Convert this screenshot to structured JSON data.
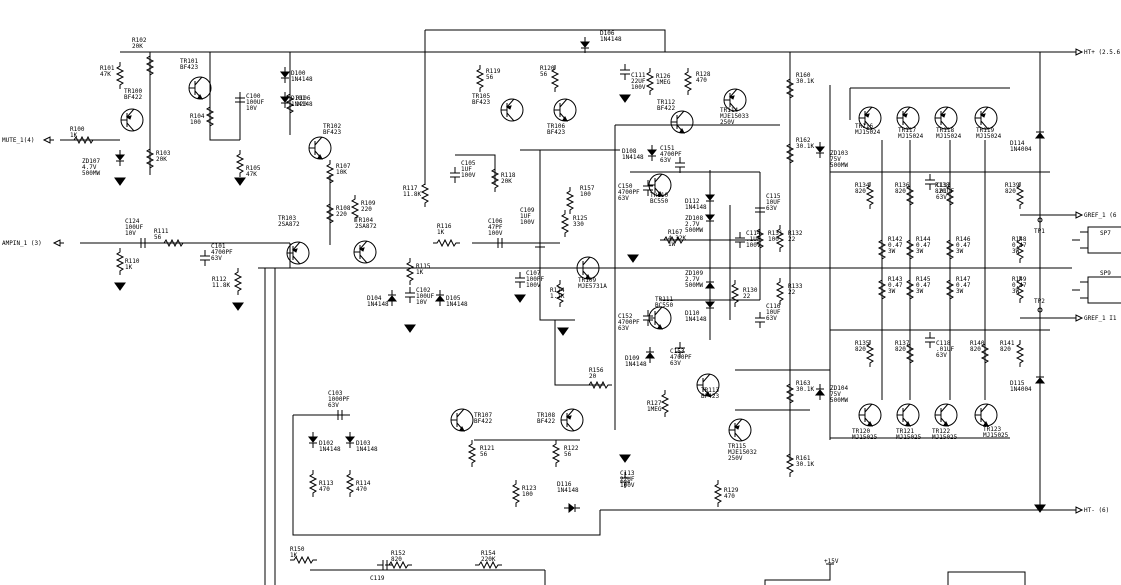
{
  "ports": [
    {
      "id": "ht_plus",
      "label": "HT+ (2.5.6"
    },
    {
      "id": "ht_minus",
      "label": "HT- (6)"
    },
    {
      "id": "gref1",
      "label": "GREF_1 (6"
    },
    {
      "id": "gref2",
      "label": "GREF_1 I1"
    },
    {
      "id": "mute",
      "label": "MUTE_1(4)"
    },
    {
      "id": "ampin",
      "label": "AMPIN_1 (3)"
    },
    {
      "id": "sp7",
      "label": "SP7"
    },
    {
      "id": "sp9",
      "label": "SP9"
    },
    {
      "id": "tp1",
      "label": "TP1"
    },
    {
      "id": "tp2",
      "label": "TP2"
    },
    {
      "id": "v15",
      "label": "+15V"
    }
  ],
  "transistors": [
    {
      "id": "tr101",
      "ref": "TR101",
      "val": "BF423"
    },
    {
      "id": "tr100",
      "ref": "TR100",
      "val": "BF422"
    },
    {
      "id": "tr102",
      "ref": "TR102",
      "val": "BF423"
    },
    {
      "id": "tr103",
      "ref": "TR103",
      "val": "2SA872"
    },
    {
      "id": "tr104",
      "ref": "TR104",
      "val": "2SA872"
    },
    {
      "id": "tr105",
      "ref": "TR105",
      "val": "BF423"
    },
    {
      "id": "tr106",
      "ref": "TR106",
      "val": "BF423"
    },
    {
      "id": "tr107",
      "ref": "TR107",
      "val": "BF422"
    },
    {
      "id": "tr108",
      "ref": "TR108",
      "val": "BF422"
    },
    {
      "id": "tr109",
      "ref": "TR109",
      "val": "MJE5731A"
    },
    {
      "id": "tr110",
      "ref": "TR110",
      "val": "BC550"
    },
    {
      "id": "tr111",
      "ref": "TR111",
      "val": "BC550"
    },
    {
      "id": "tr112",
      "ref": "TR112",
      "val": "BF422"
    },
    {
      "id": "tr113",
      "ref": "TR113",
      "val": "BF423"
    },
    {
      "id": "tr114",
      "ref": "TR114",
      "val": "MJE15033",
      "extra": "250V"
    },
    {
      "id": "tr115",
      "ref": "TR115",
      "val": "MJE15032",
      "extra": "250V"
    },
    {
      "id": "tr116",
      "ref": "TR116",
      "val": "MJ15024"
    },
    {
      "id": "tr117",
      "ref": "TR117",
      "val": "MJ15024"
    },
    {
      "id": "tr118",
      "ref": "TR118",
      "val": "MJ15024"
    },
    {
      "id": "tr119",
      "ref": "TR119",
      "val": "MJ15024"
    },
    {
      "id": "tr120",
      "ref": "TR120",
      "val": "MJ15025"
    },
    {
      "id": "tr121",
      "ref": "TR121",
      "val": "MJ15025"
    },
    {
      "id": "tr122",
      "ref": "TR122",
      "val": "MJ15025"
    },
    {
      "id": "tr123",
      "ref": "TR123",
      "val": "MJ15025"
    }
  ],
  "resistors": [
    {
      "id": "r100",
      "ref": "R100",
      "val": "1K"
    },
    {
      "id": "r101",
      "ref": "R101",
      "val": "47K"
    },
    {
      "id": "r102",
      "ref": "R102",
      "val": "20K"
    },
    {
      "id": "r103",
      "ref": "R103",
      "val": "20K"
    },
    {
      "id": "r104",
      "ref": "R104",
      "val": "100"
    },
    {
      "id": "r105",
      "ref": "R105",
      "val": "47K"
    },
    {
      "id": "r106",
      "ref": "R106",
      "val": "220"
    },
    {
      "id": "r107",
      "ref": "R107",
      "val": "10K"
    },
    {
      "id": "r108",
      "ref": "R108",
      "val": "220"
    },
    {
      "id": "r109",
      "ref": "R109",
      "val": "220"
    },
    {
      "id": "r110",
      "ref": "R110",
      "val": "1K"
    },
    {
      "id": "r111",
      "ref": "R111",
      "val": "56"
    },
    {
      "id": "r112",
      "ref": "R112",
      "val": "11.8K"
    },
    {
      "id": "r113",
      "ref": "R113",
      "val": "470"
    },
    {
      "id": "r114",
      "ref": "R114",
      "val": "470"
    },
    {
      "id": "r115",
      "ref": "R115",
      "val": "1K"
    },
    {
      "id": "r116",
      "ref": "R116",
      "val": "1K"
    },
    {
      "id": "r117",
      "ref": "R117",
      "val": "11.8K"
    },
    {
      "id": "r118",
      "ref": "R118",
      "val": "20K"
    },
    {
      "id": "r119",
      "ref": "R119",
      "val": "56"
    },
    {
      "id": "r120",
      "ref": "R120",
      "val": "56"
    },
    {
      "id": "r121",
      "ref": "R121",
      "val": "56"
    },
    {
      "id": "r122",
      "ref": "R122",
      "val": "56"
    },
    {
      "id": "r123",
      "ref": "R123",
      "val": "100"
    },
    {
      "id": "r124",
      "ref": "R124",
      "val": "1.1K"
    },
    {
      "id": "r125",
      "ref": "R125",
      "val": "330"
    },
    {
      "id": "r126",
      "ref": "R126",
      "val": "1MEG"
    },
    {
      "id": "r127",
      "ref": "R127",
      "val": "1MEG"
    },
    {
      "id": "r128",
      "ref": "R128",
      "val": "470"
    },
    {
      "id": "r129",
      "ref": "R129",
      "val": "470"
    },
    {
      "id": "r130",
      "ref": "R130",
      "val": "22"
    },
    {
      "id": "r131",
      "ref": "R131",
      "val": "100"
    },
    {
      "id": "r132",
      "ref": "R132",
      "val": "22"
    },
    {
      "id": "r133",
      "ref": "R133",
      "val": "22"
    },
    {
      "id": "r134",
      "ref": "R134",
      "val": "820"
    },
    {
      "id": "r135",
      "ref": "R135",
      "val": "820"
    },
    {
      "id": "r136",
      "ref": "R136",
      "val": "820"
    },
    {
      "id": "r137",
      "ref": "R137",
      "val": "820"
    },
    {
      "id": "r138",
      "ref": "R138",
      "val": "820"
    },
    {
      "id": "r139",
      "ref": "R139",
      "val": "820"
    },
    {
      "id": "r140",
      "ref": "R140",
      "val": "820"
    },
    {
      "id": "r141",
      "ref": "R141",
      "val": "820"
    },
    {
      "id": "r142",
      "ref": "R142",
      "val": "0.47",
      "extra": "3W"
    },
    {
      "id": "r143",
      "ref": "R143",
      "val": "0.47",
      "extra": "3W"
    },
    {
      "id": "r144",
      "ref": "R144",
      "val": "0.47",
      "extra": "3W"
    },
    {
      "id": "r145",
      "ref": "R145",
      "val": "0.47",
      "extra": "3W"
    },
    {
      "id": "r146",
      "ref": "R146",
      "val": "0.47",
      "extra": "3W"
    },
    {
      "id": "r147",
      "ref": "R147",
      "val": "0.47",
      "extra": "3W"
    },
    {
      "id": "r148",
      "ref": "R148",
      "val": "0.47",
      "extra": "3W"
    },
    {
      "id": "r149",
      "ref": "R149",
      "val": "0.47",
      "extra": "3W"
    },
    {
      "id": "r150",
      "ref": "R150",
      "val": "1K"
    },
    {
      "id": "r152",
      "ref": "R152",
      "val": "820"
    },
    {
      "id": "r154",
      "ref": "R154",
      "val": "220K"
    },
    {
      "id": "r156",
      "ref": "R156",
      "val": "20"
    },
    {
      "id": "r160",
      "ref": "R160",
      "val": "30.1K"
    },
    {
      "id": "r161",
      "ref": "R161",
      "val": "30.1K"
    },
    {
      "id": "r162",
      "ref": "R162",
      "val": "30.1K"
    },
    {
      "id": "r163",
      "ref": "R163",
      "val": "30.1K"
    },
    {
      "id": "r157",
      "ref": "R157",
      "val": "100"
    },
    {
      "id": "r167",
      "ref": "R167",
      "val": "4.32K",
      "extra": "1W"
    }
  ],
  "capacitors": [
    {
      "id": "c100",
      "ref": "C100",
      "val": "100UF",
      "extra": "10V"
    },
    {
      "id": "c101",
      "ref": "C101",
      "val": "4700PF",
      "extra": "63V"
    },
    {
      "id": "c102",
      "ref": "C102",
      "val": "100UF",
      "extra": "10V"
    },
    {
      "id": "c103",
      "ref": "C103",
      "val": "1000PF",
      "extra": "63V"
    },
    {
      "id": "c105",
      "ref": "C105",
      "val": "1UF",
      "extra": "100V"
    },
    {
      "id": "c106",
      "ref": "C106",
      "val": "47PF",
      "extra": "100V"
    },
    {
      "id": "c107",
      "ref": "C107",
      "val": "100PF",
      "extra": "100V"
    },
    {
      "id": "c109",
      "ref": "C109",
      "val": "1UF",
      "extra": "100V"
    },
    {
      "id": "c111",
      "ref": "C111",
      "val": "22UF",
      "extra": "100V"
    },
    {
      "id": "c113",
      "ref": "C113",
      "val": "22UF",
      "extra": "100V"
    },
    {
      "id": "c114",
      "ref": "C114",
      "val": ".1UF",
      "extra": "100V"
    },
    {
      "id": "c115",
      "ref": "C115",
      "val": "10UF",
      "extra": "63V"
    },
    {
      "id": "c116",
      "ref": "C116",
      "val": "10UF",
      "extra": "63V"
    },
    {
      "id": "c117",
      "ref": "C117",
      "val": ".01UF",
      "extra": "63V"
    },
    {
      "id": "c118",
      "ref": "C118",
      "val": ".01UF",
      "extra": "63V"
    },
    {
      "id": "c119",
      "ref": "C119",
      "val": ""
    },
    {
      "id": "c124",
      "ref": "C124",
      "val": "100UF",
      "extra": "10V"
    },
    {
      "id": "c150",
      "ref": "C150",
      "val": "4700PF",
      "extra": "63V"
    },
    {
      "id": "c151",
      "ref": "C151",
      "val": "4700PF",
      "extra": "63V"
    },
    {
      "id": "c152",
      "ref": "C152",
      "val": "4700PF",
      "extra": "63V"
    },
    {
      "id": "c153",
      "ref": "C153",
      "val": "4700PF",
      "extra": "63V"
    }
  ],
  "diodes": [
    {
      "id": "d100",
      "ref": "D100",
      "val": "1N4148"
    },
    {
      "id": "d101",
      "ref": "D101",
      "val": "1N4148"
    },
    {
      "id": "d102",
      "ref": "D102",
      "val": "1N4148"
    },
    {
      "id": "d103",
      "ref": "D103",
      "val": "1N4148"
    },
    {
      "id": "d104",
      "ref": "D104",
      "val": "1N4148"
    },
    {
      "id": "d105",
      "ref": "D105",
      "val": "1N4148"
    },
    {
      "id": "d106",
      "ref": "D106",
      "val": "1N4148"
    },
    {
      "id": "d108",
      "ref": "D108",
      "val": "1N4148"
    },
    {
      "id": "d109",
      "ref": "D109",
      "val": "1N4148"
    },
    {
      "id": "d110",
      "ref": "D110",
      "val": "1N4148"
    },
    {
      "id": "d112",
      "ref": "D112",
      "val": "1N4148"
    },
    {
      "id": "d114",
      "ref": "D114",
      "val": "1N4004"
    },
    {
      "id": "d115",
      "ref": "D115",
      "val": "1N4004"
    },
    {
      "id": "d116",
      "ref": "D116",
      "val": "1N4148"
    },
    {
      "id": "zd103",
      "ref": "ZD103",
      "val": "75V",
      "extra": "500MW"
    },
    {
      "id": "zd104",
      "ref": "ZD104",
      "val": "75V",
      "extra": "500MW"
    },
    {
      "id": "zd107",
      "ref": "ZD107",
      "val": "4.7V",
      "extra": "500MW"
    },
    {
      "id": "zd108",
      "ref": "ZD108",
      "val": "2.7V",
      "extra": "500MW"
    },
    {
      "id": "zd109",
      "ref": "ZD109",
      "val": "2.7V",
      "extra": "500MW"
    }
  ]
}
